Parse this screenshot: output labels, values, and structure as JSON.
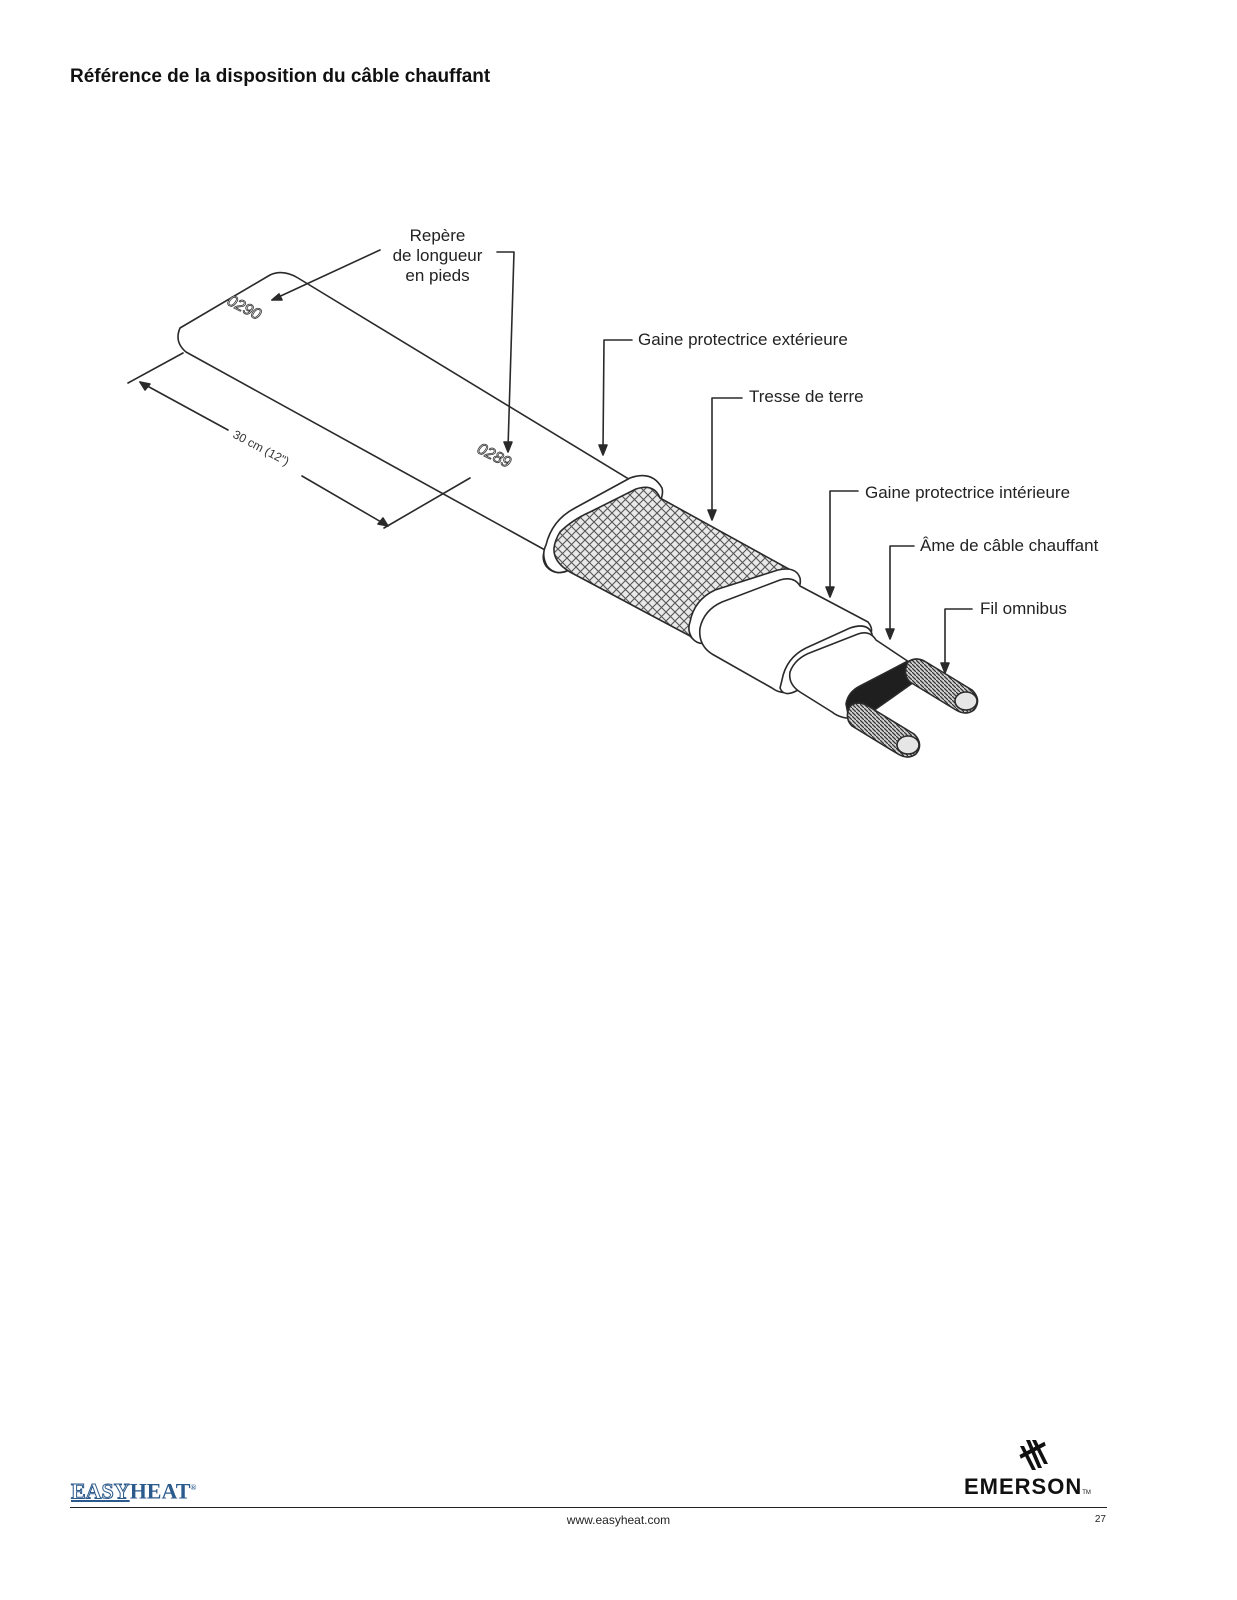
{
  "page": {
    "title": "Référence de la disposition du câble chauffant",
    "footer_url": "www.easyheat.com",
    "page_number": "27"
  },
  "diagram": {
    "marker_labels": [
      "0290",
      "0289"
    ],
    "dimension_label": "30 cm (12\")",
    "callouts": {
      "length_marker": [
        "Repère",
        "de longueur",
        "en pieds"
      ],
      "outer_jacket": "Gaine protectrice extérieure",
      "ground_braid": "Tresse de terre",
      "inner_jacket": "Gaine protectrice intérieure",
      "heating_core": "Âme de câble chauffant",
      "bus_wire": "Fil omnibus"
    }
  },
  "branding": {
    "easyheat_part1": "EASY",
    "easyheat_part2": "HEAT",
    "easyheat_reg": "®",
    "emerson": "EMERSON",
    "emerson_tm": "TM",
    "colors": {
      "easyheat_blue": "#2b5a8c",
      "line": "#2a2a2a"
    }
  }
}
